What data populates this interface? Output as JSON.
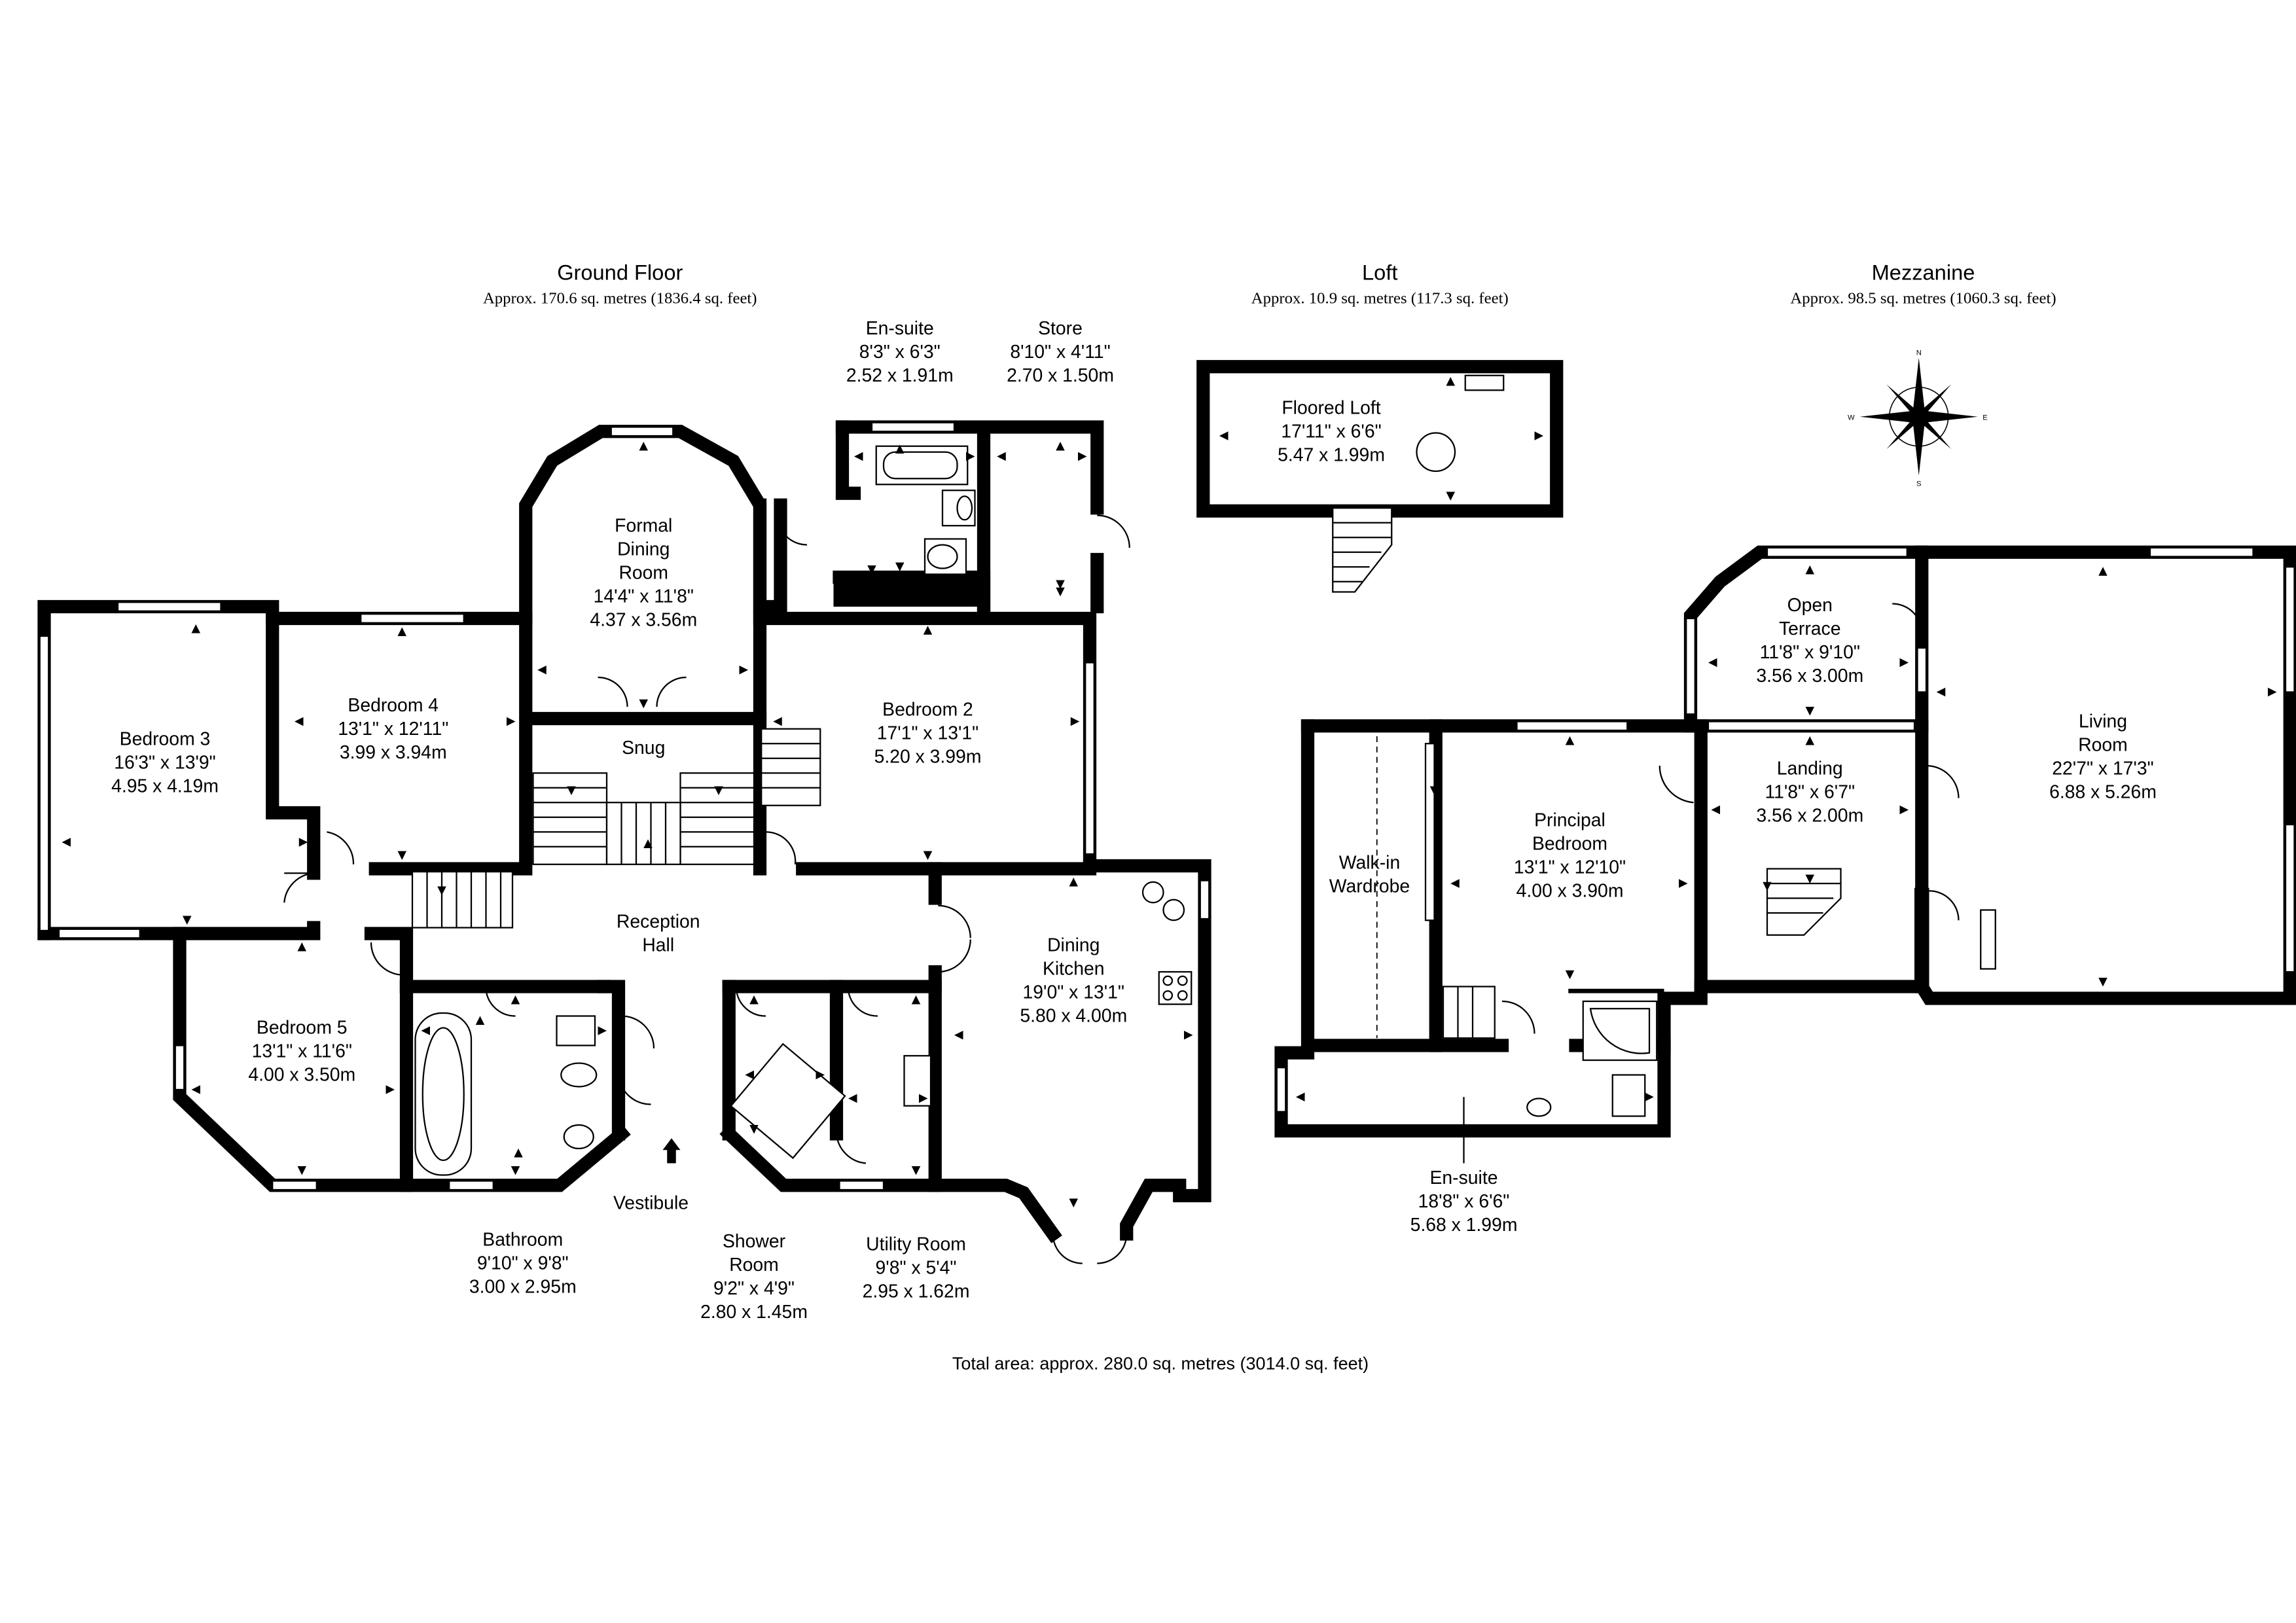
{
  "floors": {
    "ground": {
      "title": "Ground Floor",
      "area": "Approx. 170.6 sq. metres (1836.4 sq. feet)"
    },
    "loft": {
      "title": "Loft",
      "area": "Approx. 10.9 sq. metres (117.3 sq. feet)"
    },
    "mezzanine": {
      "title": "Mezzanine",
      "area": "Approx. 98.5 sq. metres (1060.3 sq. feet)"
    }
  },
  "rooms": {
    "ensuite_ground": {
      "name": "En-suite",
      "imperial": "8'3\" x 6'3\"",
      "metric": "2.52 x 1.91m"
    },
    "store": {
      "name": "Store",
      "imperial": "8'10\" x 4'11\"",
      "metric": "2.70 x 1.50m"
    },
    "formal_dining": {
      "name_line1": "Formal",
      "name_line2": "Dining",
      "name_line3": "Room",
      "imperial": "14'4\" x 11'8\"",
      "metric": "4.37 x 3.56m"
    },
    "bedroom3": {
      "name": "Bedroom 3",
      "imperial": "16'3\" x 13'9\"",
      "metric": "4.95 x 4.19m"
    },
    "bedroom4": {
      "name": "Bedroom 4",
      "imperial": "13'1\" x 12'11\"",
      "metric": "3.99 x 3.94m"
    },
    "snug": {
      "name": "Snug"
    },
    "bedroom2": {
      "name": "Bedroom 2",
      "imperial": "17'1\" x 13'1\"",
      "metric": "5.20 x 3.99m"
    },
    "reception_hall": {
      "name_line1": "Reception",
      "name_line2": "Hall"
    },
    "bedroom5": {
      "name": "Bedroom 5",
      "imperial": "13'1\" x 11'6\"",
      "metric": "4.00 x 3.50m"
    },
    "dining_kitchen": {
      "name_line1": "Dining",
      "name_line2": "Kitchen",
      "imperial": "19'0\" x 13'1\"",
      "metric": "5.80 x 4.00m"
    },
    "bathroom": {
      "name": "Bathroom",
      "imperial": "9'10\" x 9'8\"",
      "metric": "3.00 x 2.95m"
    },
    "vestibule": {
      "name": "Vestibule"
    },
    "shower_room": {
      "name_line1": "Shower",
      "name_line2": "Room",
      "imperial": "9'2\" x 4'9\"",
      "metric": "2.80 x 1.45m"
    },
    "utility_room": {
      "name": "Utility Room",
      "imperial": "9'8\" x 5'4\"",
      "metric": "2.95 x 1.62m"
    },
    "floored_loft": {
      "name": "Floored Loft",
      "imperial": "17'11\" x 6'6\"",
      "metric": "5.47 x 1.99m"
    },
    "open_terrace": {
      "name_line1": "Open",
      "name_line2": "Terrace",
      "imperial": "11'8\" x 9'10\"",
      "metric": "3.56 x 3.00m"
    },
    "living_room": {
      "name_line1": "Living",
      "name_line2": "Room",
      "imperial": "22'7\" x 17'3\"",
      "metric": "6.88 x 5.26m"
    },
    "landing": {
      "name": "Landing",
      "imperial": "11'8\" x 6'7\"",
      "metric": "3.56 x 2.00m"
    },
    "walkin_wardrobe": {
      "name_line1": "Walk-in",
      "name_line2": "Wardrobe"
    },
    "principal_bedroom": {
      "name_line1": "Principal",
      "name_line2": "Bedroom",
      "imperial": "13'1\" x 12'10\"",
      "metric": "4.00 x 3.90m"
    },
    "ensuite_mezz": {
      "name": "En-suite",
      "imperial": "18'8\" x 6'6\"",
      "metric": "5.68 x 1.99m"
    }
  },
  "compass": {
    "n": "N",
    "s": "S",
    "e": "E",
    "w": "W"
  },
  "total_area": "Total area: approx. 280.0 sq. metres (3014.0 sq. feet)"
}
